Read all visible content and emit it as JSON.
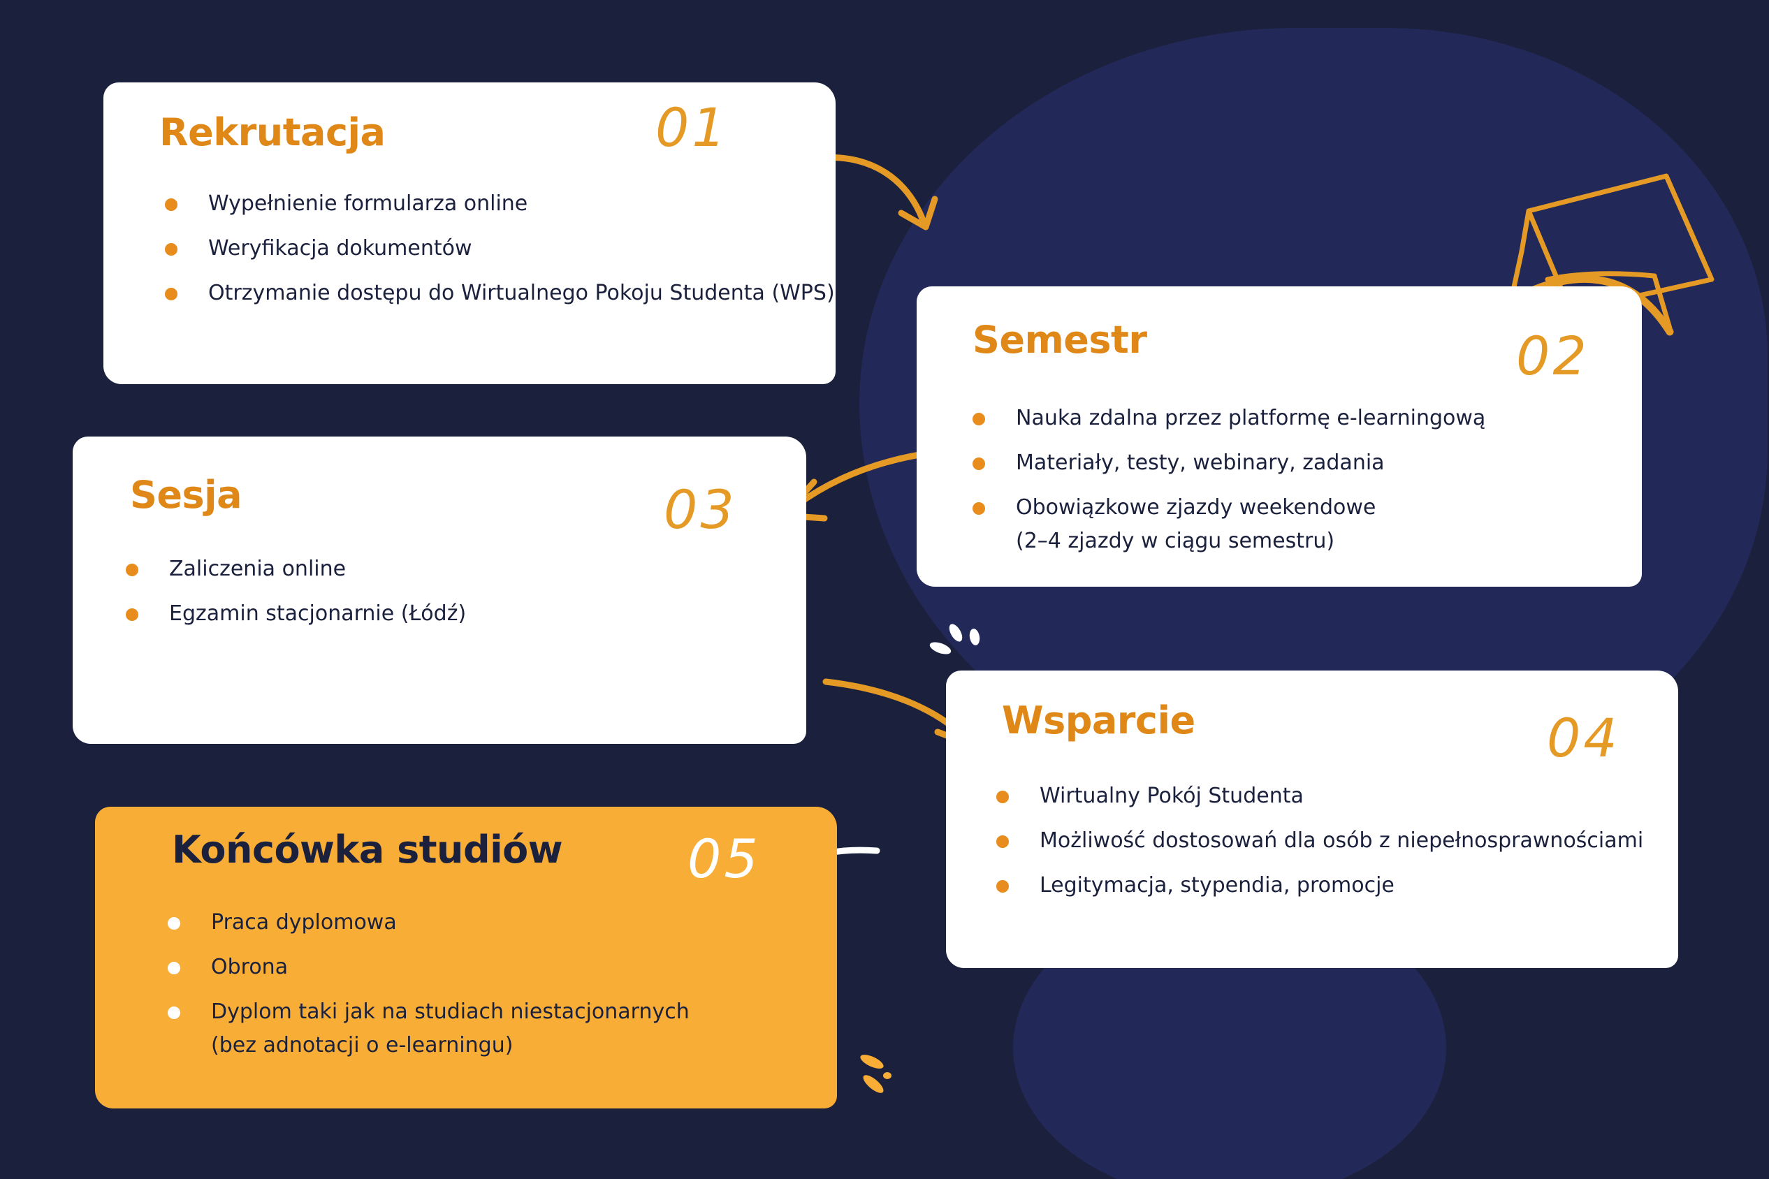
{
  "colors": {
    "background": "#1b213d",
    "accent": "#df8717",
    "card": "#ffffff",
    "highlight_card": "#f8ae36"
  },
  "steps": [
    {
      "number": "01",
      "title": "Rekrutacja",
      "items": [
        "Wypełnienie formularza online",
        "Weryfikacja dokumentów",
        "Otrzymanie dostępu do Wirtualnego Pokoju Studenta (WPS)"
      ]
    },
    {
      "number": "02",
      "title": "Semestr",
      "items": [
        "Nauka zdalna przez platformę e-learningową",
        "Materiały, testy, webinary, zadania",
        "Obowiązkowe zjazdy weekendowe",
        "(2–4 zjazdy w ciągu semestru)"
      ]
    },
    {
      "number": "03",
      "title": "Sesja",
      "items": [
        "Zaliczenia online",
        "Egzamin stacjonarnie (Łódź)"
      ]
    },
    {
      "number": "04",
      "title": "Wsparcie",
      "items": [
        "Wirtualny Pokój Studenta",
        "Możliwość dostosowań dla osób z niepełnosprawnościami",
        "Legitymacja, stypendia, promocje"
      ]
    },
    {
      "number": "05",
      "title": "Końcówka studiów",
      "items": [
        "Praca dyplomowa",
        "Obrona",
        "Dyplom taki jak na studiach niestacjonarnych",
        "(bez adnotacji o e-learningu)"
      ]
    }
  ],
  "icons": [
    "graduation-cap-icon",
    "arrow-icon",
    "sparkle-icon"
  ]
}
